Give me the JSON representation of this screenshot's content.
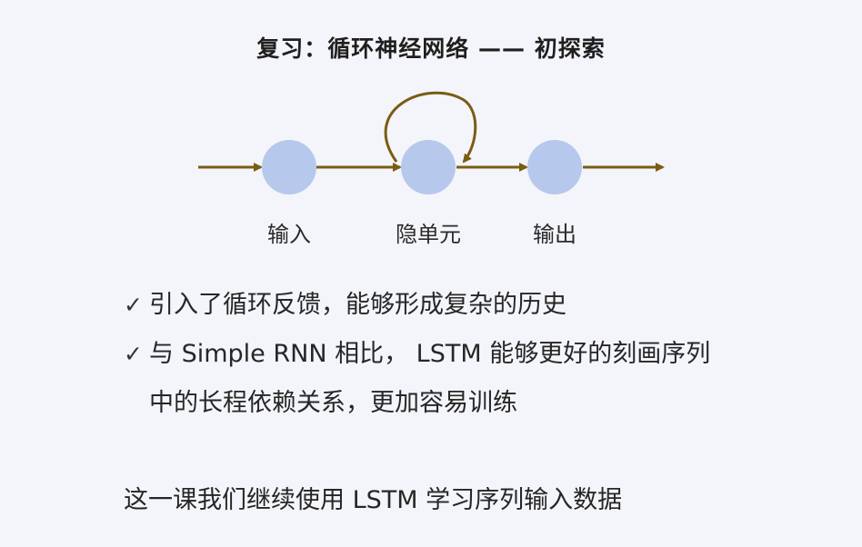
{
  "title": "复习：循环神经网络 —— 初探索",
  "diagram": {
    "nodes": [
      {
        "id": "input",
        "label": "输入"
      },
      {
        "id": "hidden",
        "label": "隐单元"
      },
      {
        "id": "output",
        "label": "输出"
      }
    ],
    "colors": {
      "node_fill": "#b6c8ec",
      "arrow": "#7a5c12"
    }
  },
  "bullets": [
    {
      "icon": "check-icon",
      "text": "引入了循环反馈，能够形成复杂的历史"
    },
    {
      "icon": "check-icon",
      "line1": "与 Simple RNN 相比， LSTM 能够更好的刻画序列",
      "line2": "中的长程依赖关系，更加容易训练"
    }
  ],
  "footer_note": "这一课我们继续使用 LSTM 学习序列输入数据"
}
